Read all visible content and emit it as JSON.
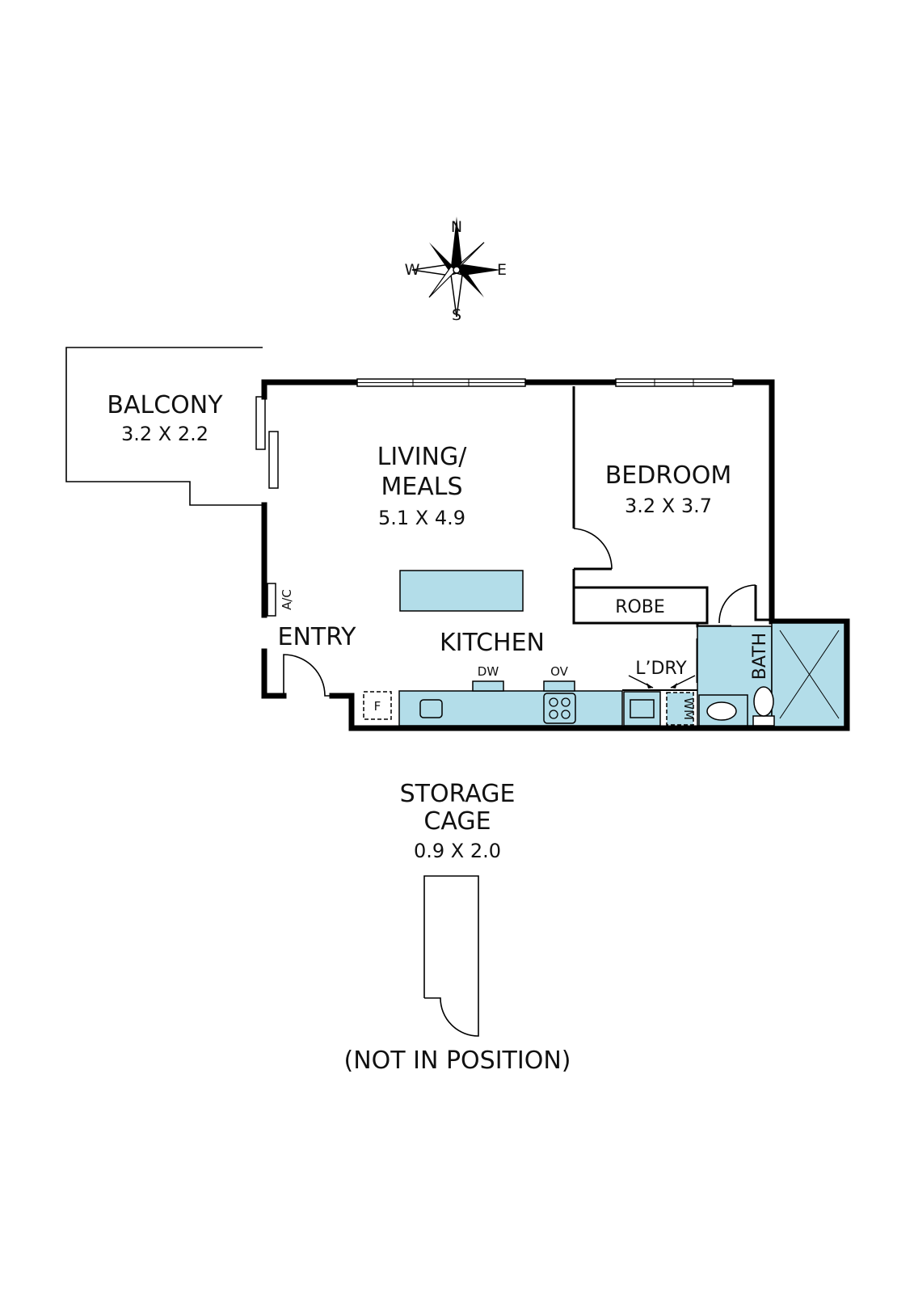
{
  "compass": {
    "north": "N",
    "south": "S",
    "east": "E",
    "west": "W"
  },
  "rooms": {
    "balcony": {
      "name": "BALCONY",
      "dims": "3.2 X 2.2"
    },
    "living": {
      "name_line1": "LIVING/",
      "name_line2": "MEALS",
      "dims": "5.1 X 4.9"
    },
    "bedroom": {
      "name": "BEDROOM",
      "dims": "3.2 X 3.7"
    },
    "robe": {
      "name": "ROBE"
    },
    "kitchen": {
      "name": "KITCHEN"
    },
    "entry": {
      "name": "ENTRY"
    },
    "laundry": {
      "name": "L’DRY"
    },
    "bath": {
      "name": "BATH"
    }
  },
  "fixtures": {
    "ac": "A/C",
    "dishwasher": "DW",
    "oven": "OV",
    "fridge": "F",
    "washing_machine": "WM"
  },
  "storage": {
    "name_line1": "STORAGE",
    "name_line2": "CAGE",
    "dims": "0.9 X 2.0",
    "note": "(NOT IN POSITION)"
  },
  "colors": {
    "fixture_fill": "#b3dde9",
    "wall": "#000000",
    "background": "#ffffff"
  }
}
